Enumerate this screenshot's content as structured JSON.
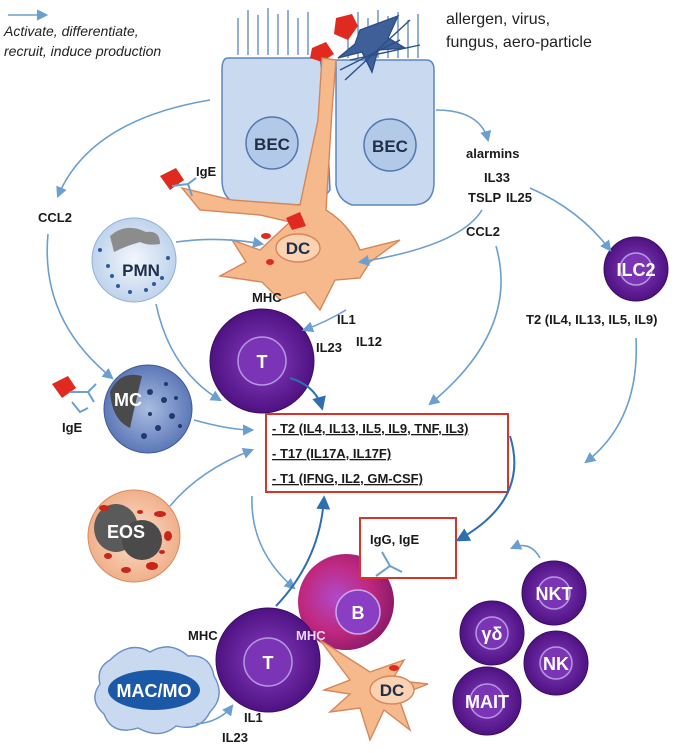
{
  "legend": {
    "text_line1": "Activate, differentiate,",
    "text_line2": "recruit, induce production"
  },
  "triggers": {
    "line1": "allergen, virus,",
    "line2": "fungus, aero-particle"
  },
  "cells": {
    "bec1": "BEC",
    "bec2": "BEC",
    "dc_top": "DC",
    "pmn": "PMN",
    "t_top": "T",
    "ilc2": "ILC2",
    "mc": "MC",
    "eos": "EOS",
    "b": "B",
    "t_bottom": "T",
    "dc_bottom": "DC",
    "mac": "MAC/MO",
    "nkt": "NKT",
    "gd": "γδ",
    "nk": "NK",
    "mait": "MAIT"
  },
  "labels": {
    "alarmins": "alarmins",
    "il33": "IL33",
    "tslp": "TSLP",
    "il25": "IL25",
    "ccl2_right": "CCL2",
    "ccl2_left": "CCL2",
    "ige_top": "IgE",
    "ige_mc": "IgE",
    "mhc_top": "MHC",
    "il1_top": "IL1",
    "il12": "IL12",
    "il23_top": "IL23",
    "ilc2_out": "T2 (IL4, IL13, IL5, IL9)",
    "mhc_left": "MHC",
    "mhc_b": "MHC",
    "il1_bottom": "IL1",
    "il23_bottom": "IL23"
  },
  "cytokine_box": {
    "t2": "- T2 (IL4, IL13, IL5, IL9, TNF, IL3)",
    "t17": "- T17 (IL17A, IL17F)",
    "t1": "- T1 (IFNG, IL2, GM-CSF)"
  },
  "antibody_box": {
    "text": "IgG, IgE"
  },
  "colors": {
    "arrow": "#6a9fcf",
    "arrow_dark": "#2d6fb0",
    "box_border": "#d9342b",
    "bec": "#c9daf0",
    "dc": "#f6b98c",
    "tcell": "#6a1fa0",
    "allergen": "#e02a1f"
  }
}
